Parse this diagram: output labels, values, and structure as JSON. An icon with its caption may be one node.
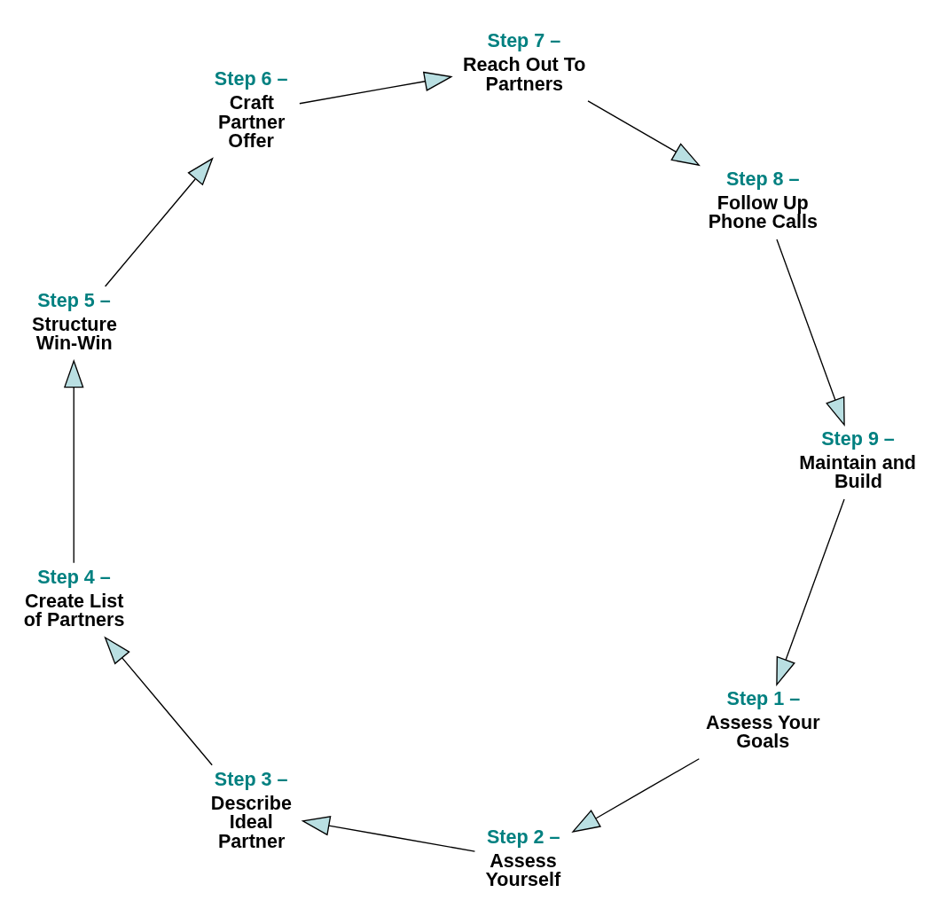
{
  "diagram": {
    "nodes": [
      {
        "text": [
          "Step 1 –",
          "Assess Your Goals"
        ]
      },
      {
        "text": [
          "Step 2 –",
          "Assess Yourself"
        ]
      },
      {
        "text": [
          "Step 3 –",
          "Describe Ideal Partner"
        ]
      },
      {
        "text": [
          "Step 4 –",
          "Create List of Partners"
        ]
      },
      {
        "text": [
          "Step 5 –",
          "Structure Win-Win"
        ]
      },
      {
        "text": [
          "Step 6 –",
          "Craft Partner Offer"
        ]
      },
      {
        "text": [
          "Step 7 –",
          "Reach Out To Partners"
        ]
      },
      {
        "text": [
          "Step 8 –",
          "Follow Up Phone Calls"
        ]
      },
      {
        "text": [
          "Step 9 –",
          "Maintain and Build"
        ]
      }
    ],
    "edges": [
      {
        "from": 0,
        "to": 1,
        "arrow": "to"
      },
      {
        "from": 1,
        "to": 2,
        "arrow": "to"
      },
      {
        "from": 2,
        "to": 3,
        "arrow": "to"
      },
      {
        "from": 3,
        "to": 4,
        "arrow": "to"
      },
      {
        "from": 4,
        "to": 5,
        "arrow": "to"
      },
      {
        "from": 5,
        "to": 6,
        "arrow": "to"
      },
      {
        "from": 6,
        "to": 7,
        "arrow": "to"
      },
      {
        "from": 7,
        "to": 8,
        "arrow": "to"
      },
      {
        "from": 8,
        "to": 0,
        "arrow": "to"
      }
    ]
  }
}
